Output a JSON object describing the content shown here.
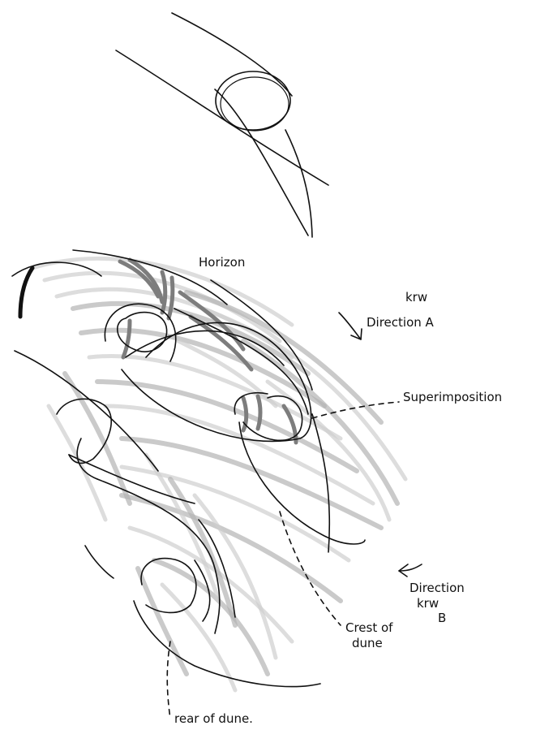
{
  "labels": {
    "horizon": "Horizon",
    "krw_top": "krw",
    "direction_a": "Direction A",
    "superimposition": "Superimposition",
    "direction_b_line1": "Direction",
    "direction_b_line2": "krw",
    "direction_b_line3": "B",
    "crest_line1": "Crest of",
    "crest_line2": "dune",
    "rear_of_dune": "rear of dune."
  },
  "colors": {
    "ink": "#111111",
    "shading_light": "#cfcfcf",
    "shading_mid": "#b4b4b4",
    "shading_dark": "#7d7d7d",
    "background": "#ffffff"
  }
}
